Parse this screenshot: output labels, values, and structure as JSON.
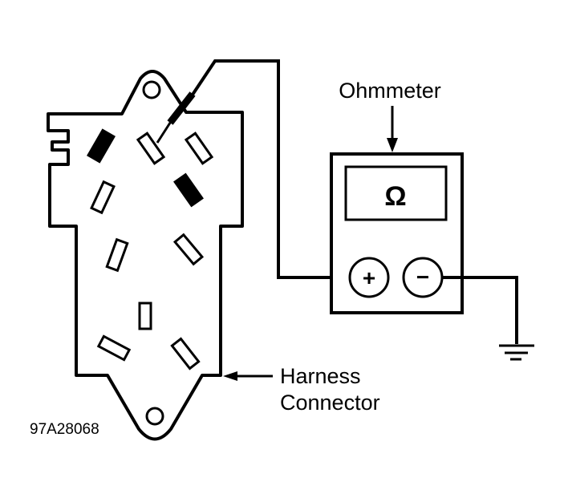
{
  "diagram": {
    "labels": {
      "ohmmeter": "Ohmmeter",
      "harness_line1": "Harness",
      "harness_line2": "Connector",
      "figure_id": "97A28068"
    },
    "meter": {
      "display_symbol": "Ω",
      "positive_terminal": "+",
      "negative_terminal": "−"
    },
    "colors": {
      "ink": "#000000",
      "paper": "#ffffff"
    }
  }
}
